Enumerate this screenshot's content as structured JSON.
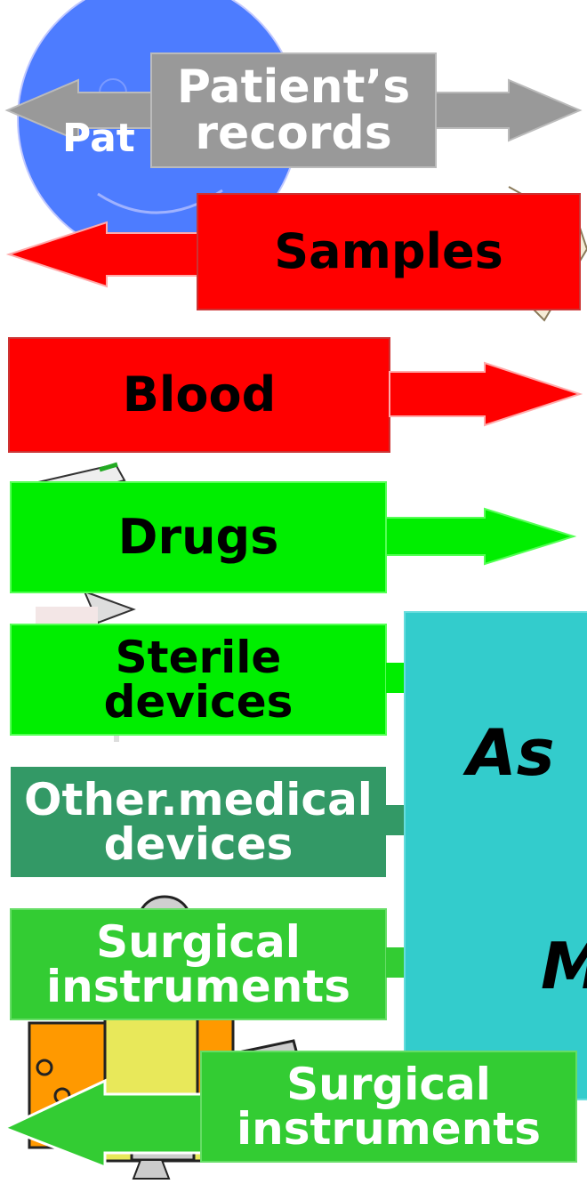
{
  "patient_circle": {
    "text": "Pat"
  },
  "arrows": [
    {
      "id": "records",
      "line1": "Patient’s",
      "line2": "records",
      "color": "#999999",
      "text_color": "#ffffff"
    },
    {
      "id": "samples",
      "line1": "Samples",
      "color": "#ff0000",
      "text_color": "#000000"
    },
    {
      "id": "blood",
      "line1": "Blood",
      "color": "#ff0000",
      "text_color": "#000000"
    },
    {
      "id": "drugs",
      "line1": "Drugs",
      "color": "#00ee00",
      "text_color": "#000000"
    },
    {
      "id": "sterile",
      "line1": "Sterile",
      "line2": "devices",
      "color": "#00ee00",
      "text_color": "#000000"
    },
    {
      "id": "other",
      "line1": "Other.medical",
      "line2": "devices",
      "color": "#339966",
      "text_color": "#ffffff"
    },
    {
      "id": "surgical1",
      "line1": "Surgical",
      "line2": "instruments",
      "color": "#33cc33",
      "text_color": "#ffffff"
    },
    {
      "id": "surgical2",
      "line1": "Surgical",
      "line2": "instruments",
      "color": "#33cc33",
      "text_color": "#ffffff"
    }
  ],
  "overlay_box": {
    "line1": "As",
    "line2": "M",
    "color": "#33cccc"
  },
  "icons": [
    "smiley-face-icon",
    "document-clipart-icon",
    "syringe-clipart-icon",
    "pill-box-clipart-icon",
    "tools-clipart-icon",
    "robot-clipart-icon"
  ]
}
